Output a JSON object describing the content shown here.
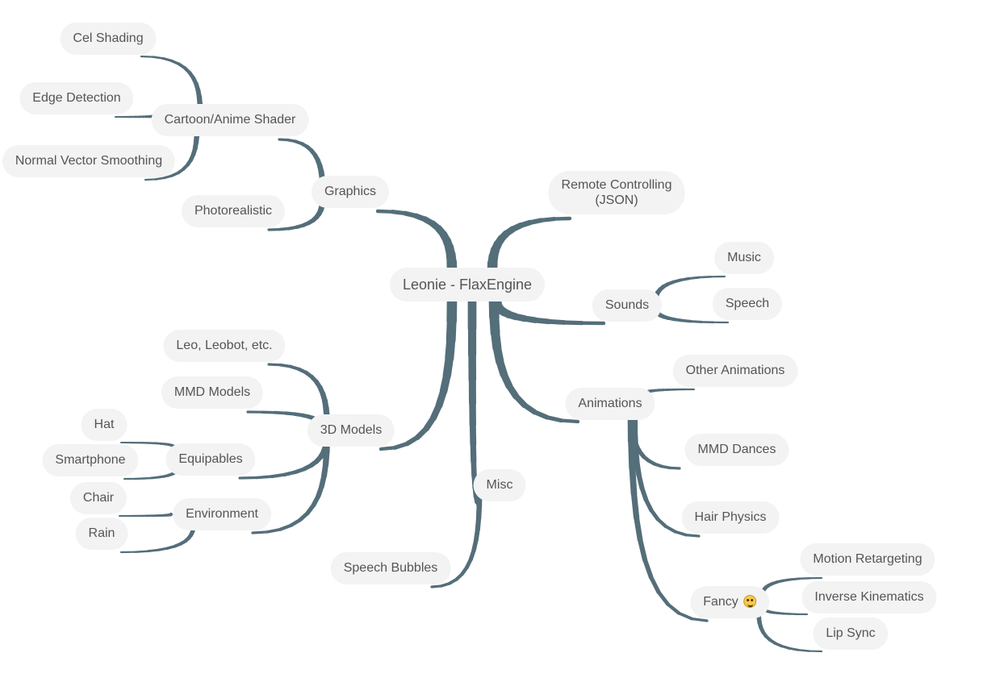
{
  "mindmap": {
    "nodes": [
      {
        "id": "root",
        "text": "Leonie - FlaxEngine"
      },
      {
        "id": "graphics",
        "text": "Graphics"
      },
      {
        "id": "cartoon",
        "text": "Cartoon/Anime Shader"
      },
      {
        "id": "cel",
        "text": "Cel Shading"
      },
      {
        "id": "edge",
        "text": "Edge Detection"
      },
      {
        "id": "normal",
        "text": "Normal Vector Smoothing"
      },
      {
        "id": "photo",
        "text": "Photorealistic"
      },
      {
        "id": "models",
        "text": "3D Models"
      },
      {
        "id": "leo",
        "text": "Leo, Leobot, etc."
      },
      {
        "id": "mmdmodels",
        "text": "MMD Models"
      },
      {
        "id": "equip",
        "text": "Equipables"
      },
      {
        "id": "hat",
        "text": "Hat"
      },
      {
        "id": "phone",
        "text": "Smartphone"
      },
      {
        "id": "env",
        "text": "Environment"
      },
      {
        "id": "chair",
        "text": "Chair"
      },
      {
        "id": "rain",
        "text": "Rain"
      },
      {
        "id": "misc",
        "text": "Misc"
      },
      {
        "id": "bubbles",
        "text": "Speech Bubbles"
      },
      {
        "id": "remote",
        "text": "Remote Controlling\n(JSON)"
      },
      {
        "id": "sounds",
        "text": "Sounds"
      },
      {
        "id": "music",
        "text": "Music"
      },
      {
        "id": "speech",
        "text": "Speech"
      },
      {
        "id": "anim",
        "text": "Animations"
      },
      {
        "id": "other",
        "text": "Other Animations"
      },
      {
        "id": "dances",
        "text": "MMD Dances"
      },
      {
        "id": "hair",
        "text": "Hair Physics"
      },
      {
        "id": "fancy",
        "text": "Fancy",
        "emoji": "face-with-monocle-icon"
      },
      {
        "id": "motion",
        "text": "Motion Retargeting"
      },
      {
        "id": "ik",
        "text": "Inverse Kinematics"
      },
      {
        "id": "lip",
        "text": "Lip Sync"
      }
    ],
    "colors": {
      "link": "#546e7a",
      "node_bg": "#f3f3f3",
      "text": "#555555"
    }
  }
}
